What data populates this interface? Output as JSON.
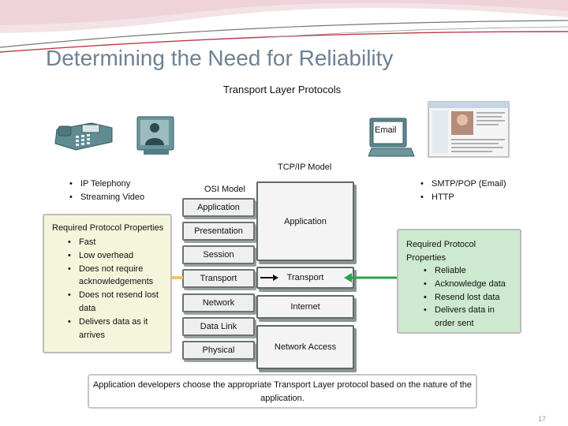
{
  "slide": {
    "title": "Determining the Need for Reliability",
    "subtitle": "Transport Layer Protocols",
    "page_number": "17"
  },
  "left_apps": {
    "items": [
      "IP Telephony",
      "Streaming Video"
    ],
    "props_title": "Required Protocol Properties",
    "props": [
      "Fast",
      "Low overhead",
      "Does not require acknowledgements",
      "Does not resend lost data",
      "Delivers data as it arrives"
    ]
  },
  "right_apps": {
    "items": [
      "SMTP/POP (Email)",
      "HTTP"
    ],
    "email_label": "Email",
    "props_title": "Required Protocol Properties",
    "props": [
      "Reliable",
      "Acknowledge data",
      "Resend lost data",
      "Delivers data in order sent"
    ]
  },
  "osi": {
    "title": "OSI Model",
    "layers": [
      "Application",
      "Presentation",
      "Session",
      "Transport",
      "Network",
      "Data Link",
      "Physical"
    ]
  },
  "tcpip": {
    "title": "TCP/IP Model",
    "layers": [
      "Application",
      "Transport",
      "Internet",
      "Network Access"
    ]
  },
  "note": "Application developers choose the appropriate Transport Layer protocol based on the nature of the application.",
  "colors": {
    "title": "#6e8194",
    "accent_red": "#c0394b",
    "arrow_left": "#f4c06a",
    "arrow_right": "#2ba24c"
  }
}
